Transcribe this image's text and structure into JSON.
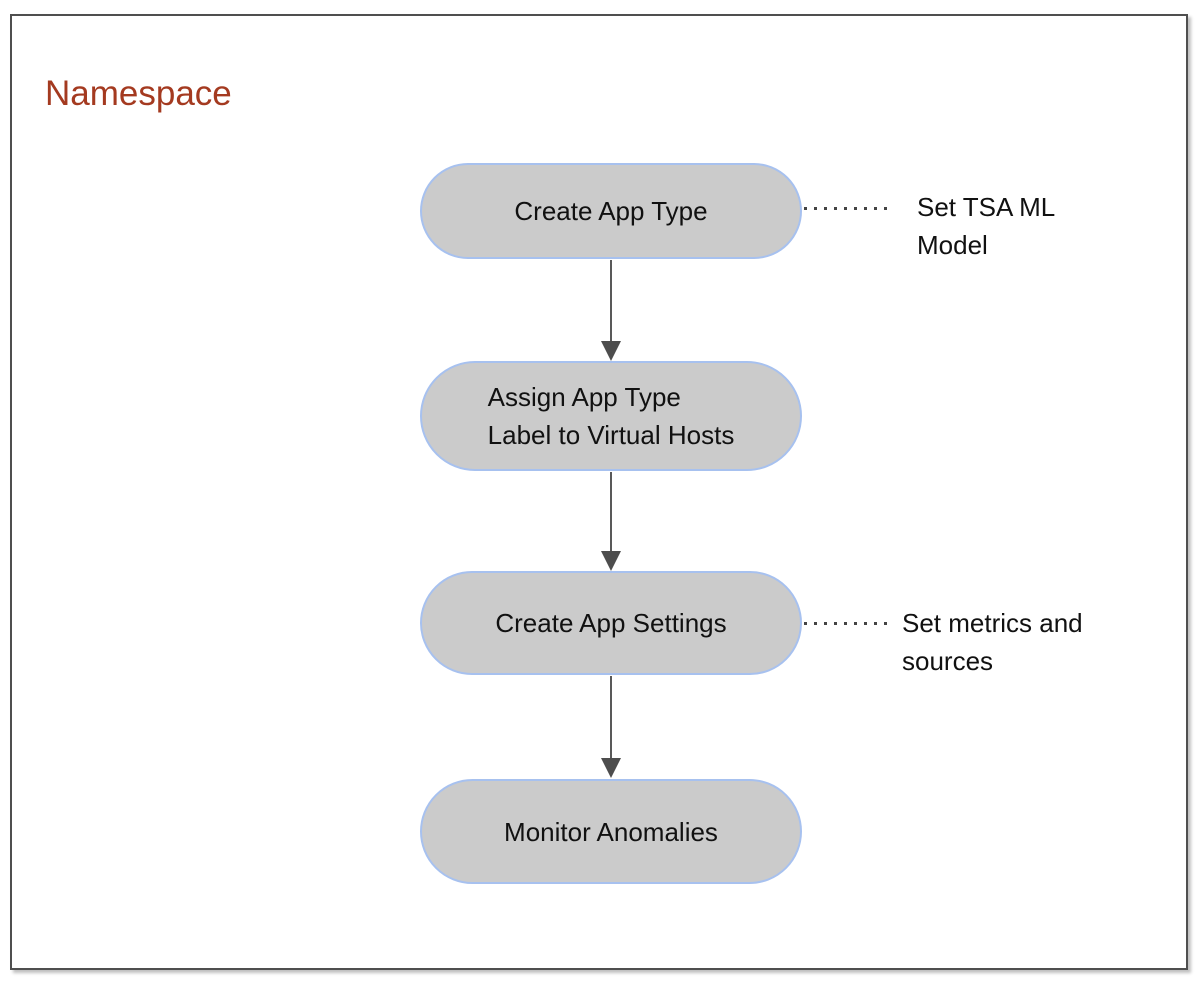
{
  "title": {
    "text": "Namespace"
  },
  "diagram": {
    "nodes": [
      {
        "id": "create-app-type",
        "label": "Create App Type"
      },
      {
        "id": "assign-app-type-label",
        "label": "Assign App Type\nLabel to Virtual Hosts"
      },
      {
        "id": "create-app-settings",
        "label": "Create App Settings"
      },
      {
        "id": "monitor-anomalies",
        "label": "Monitor Anomalies"
      }
    ],
    "annotations": [
      {
        "for": "create-app-type",
        "text": "Set TSA ML\nModel"
      },
      {
        "for": "create-app-settings",
        "text": "Set metrics and\nsources"
      }
    ],
    "colors": {
      "title_text": "#a43a20",
      "node_fill": "#cbcbcb",
      "node_border": "#a7c1ef",
      "arrow": "#595959",
      "dotted_line": "#444444",
      "frame_border": "#4f4f4f",
      "label_text": "#111111"
    }
  }
}
